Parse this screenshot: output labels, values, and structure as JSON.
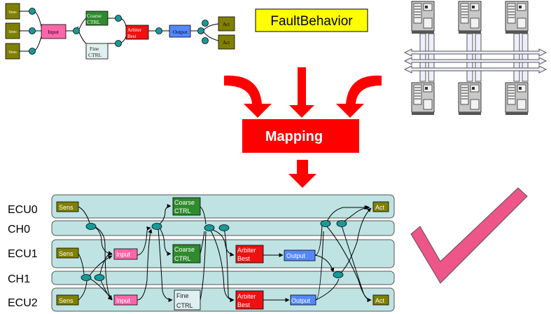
{
  "top_graph": {
    "sens": [
      "Sens",
      "Sens",
      "Sens"
    ],
    "input": "Input",
    "coarse": [
      "Coarse",
      "CTRL"
    ],
    "fine": [
      "Fine",
      "CTRL"
    ],
    "arbiter": [
      "Arbiter",
      "Best"
    ],
    "output": "Output",
    "act": [
      "Act",
      "Act"
    ]
  },
  "fault_label": "FaultBehavior",
  "mapping_label": "Mapping",
  "lane_labels": [
    "ECU0",
    "CH0",
    "ECU1",
    "CH1",
    "ECU2"
  ],
  "mapped": {
    "ecu0": {
      "sens": "Sens",
      "coarse": [
        "Coarse",
        "CTRL"
      ],
      "act": "Act"
    },
    "ecu1": {
      "sens": "Sens",
      "input": "Input",
      "coarse": [
        "Coarse",
        "CTRL"
      ],
      "arbiter": [
        "Arbiter",
        "Best"
      ],
      "output": "Output"
    },
    "ecu2": {
      "sens": "Sens",
      "input": "Input",
      "fine": [
        "Fine",
        "CTRL"
      ],
      "arbiter": [
        "Arbiter",
        "Best"
      ],
      "output": "Output",
      "act": "Act"
    }
  },
  "colors": {
    "sens_fill": "#808000",
    "input_fill": "#ff66aa",
    "coarse_fill": "#2e8b2e",
    "fine_fill": "#e0f0f0",
    "arbiter_fill": "#ee1111",
    "output_fill": "#5588ff",
    "act_fill": "#808000",
    "node_fill": "#199999",
    "fault_box": "#ffff00",
    "mapping_red": "#ff0000",
    "lane_fill": "#bfe3e3",
    "check_pink": "#ee5588"
  },
  "icons": [
    "ecu-hardware-icon",
    "bus-arrow-icon",
    "checkmark-icon"
  ]
}
